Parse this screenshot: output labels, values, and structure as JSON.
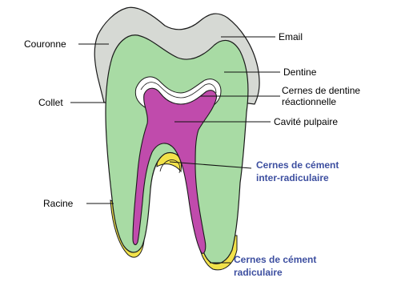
{
  "colors": {
    "enamel": "#d6d9d4",
    "dentin": "#a8dba4",
    "pulp": "#c04bac",
    "cementum": "#f2e24a",
    "outline": "#1a1a1a",
    "blue_label": "#3d4fa0"
  },
  "labels": {
    "couronne": "Couronne",
    "collet": "Collet",
    "racine": "Racine",
    "email": "Email",
    "dentine": "Dentine",
    "cernes_dentine_line1": "Cernes de dentine",
    "cernes_dentine_line2": "réactionnelle",
    "cavite_pulpaire": "Cavité pulpaire",
    "cement_inter_line1": "Cernes de cément",
    "cement_inter_line2": "inter-radiculaire",
    "cement_rad_line1": "Cernes de cément",
    "cement_rad_line2": "radiculaire"
  }
}
